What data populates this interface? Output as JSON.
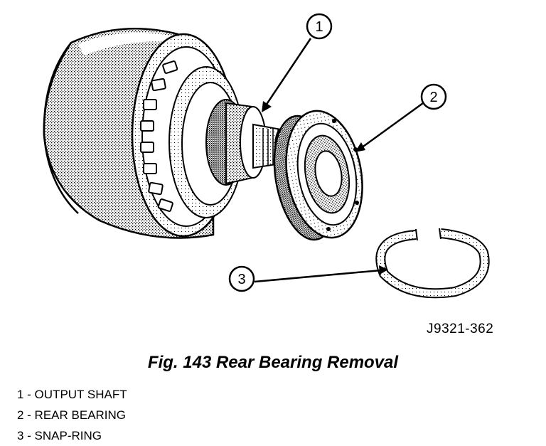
{
  "figure": {
    "code": "J9321-362",
    "caption": "Fig. 143 Rear Bearing Removal"
  },
  "callouts": [
    {
      "number": "1",
      "label": "OUTPUT SHAFT"
    },
    {
      "number": "2",
      "label": "REAR BEARING"
    },
    {
      "number": "3",
      "label": "SNAP-RING"
    }
  ],
  "legend": [
    "1 - OUTPUT SHAFT",
    "2 - REAR BEARING",
    "3 - SNAP-RING"
  ]
}
